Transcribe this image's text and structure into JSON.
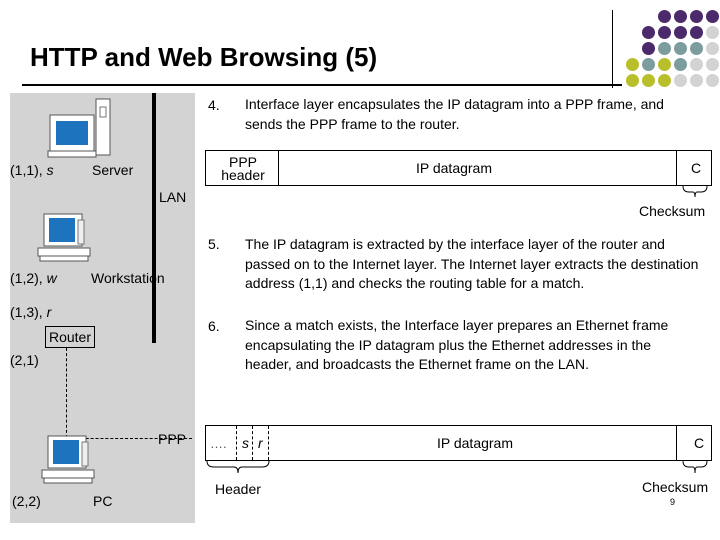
{
  "title": "HTTP and Web Browsing (5)",
  "nodes": {
    "server": {
      "addr": "(1,1), ",
      "role": "s",
      "name": "Server"
    },
    "workstation": {
      "addr": "(1,2), ",
      "role": "w",
      "name": "Workstation"
    },
    "router": {
      "addr": "(1,3), ",
      "role": "r",
      "name": "Router",
      "addr2": "(2,1)"
    },
    "pc": {
      "addr": "(2,2)",
      "name": "PC"
    }
  },
  "links": {
    "lan": "LAN",
    "ppp": "PPP"
  },
  "steps": [
    {
      "num": "4.",
      "text": "Interface layer encapsulates the IP datagram into a PPP frame, and sends the PPP frame to the router."
    },
    {
      "num": "5.",
      "text": "The IP datagram is extracted by the interface layer of the router and passed on to the Internet layer. The Internet layer extracts the destination address (1,1) and checks the routing table for a match."
    },
    {
      "num": "6.",
      "text": "Since a match exists, the Interface layer prepares an Ethernet frame encapsulating the IP datagram plus the Ethernet addresses in the header, and broadcasts the Ethernet frame on the LAN."
    }
  ],
  "ppp_frame": {
    "header": "PPP header",
    "payload": "IP datagram",
    "trailer": "C",
    "trailer_label": "Checksum"
  },
  "eth_frame": {
    "dots": "….",
    "src": "s",
    "dst": "r",
    "payload": "IP datagram",
    "trailer": "C",
    "header_label": "Header",
    "trailer_label": "Checksum"
  },
  "page_number": "9",
  "colors": {
    "purple": "#4b2a6b",
    "teal": "#7c9c9e",
    "olive": "#b8bf2a",
    "grey": "#d3d3d3"
  }
}
